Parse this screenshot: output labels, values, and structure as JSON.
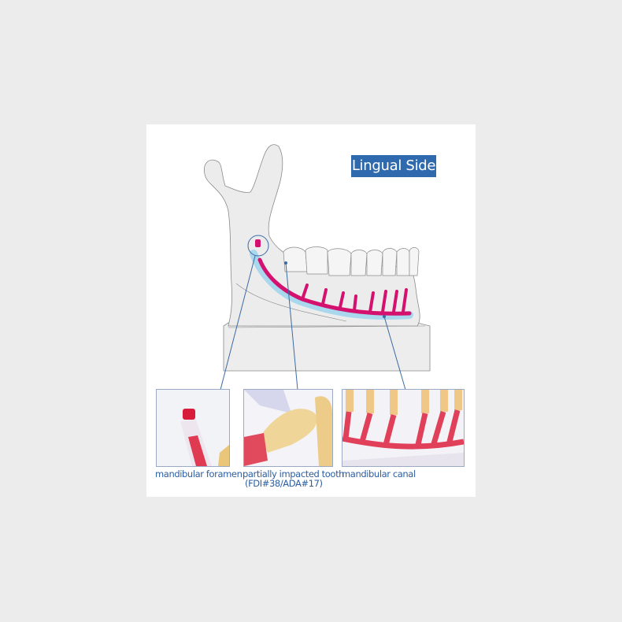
{
  "badge": {
    "label": "Lingual Side",
    "color": "#2f6aae"
  },
  "callouts": [
    {
      "label": "mandibular foramen"
    },
    {
      "label": "partially impacted tooth",
      "sublabel": "(FDI#38/ADA#17)"
    },
    {
      "label": "mandibular canal"
    }
  ],
  "colors": {
    "background": "#ececec",
    "panel": "#ffffff",
    "bone": "#ececec",
    "outline": "#8a8a8a",
    "nerve": "#d4116e",
    "canal": "#a9d8ee",
    "leader": "#3b6aa3",
    "caption": "#2c5ea1"
  }
}
